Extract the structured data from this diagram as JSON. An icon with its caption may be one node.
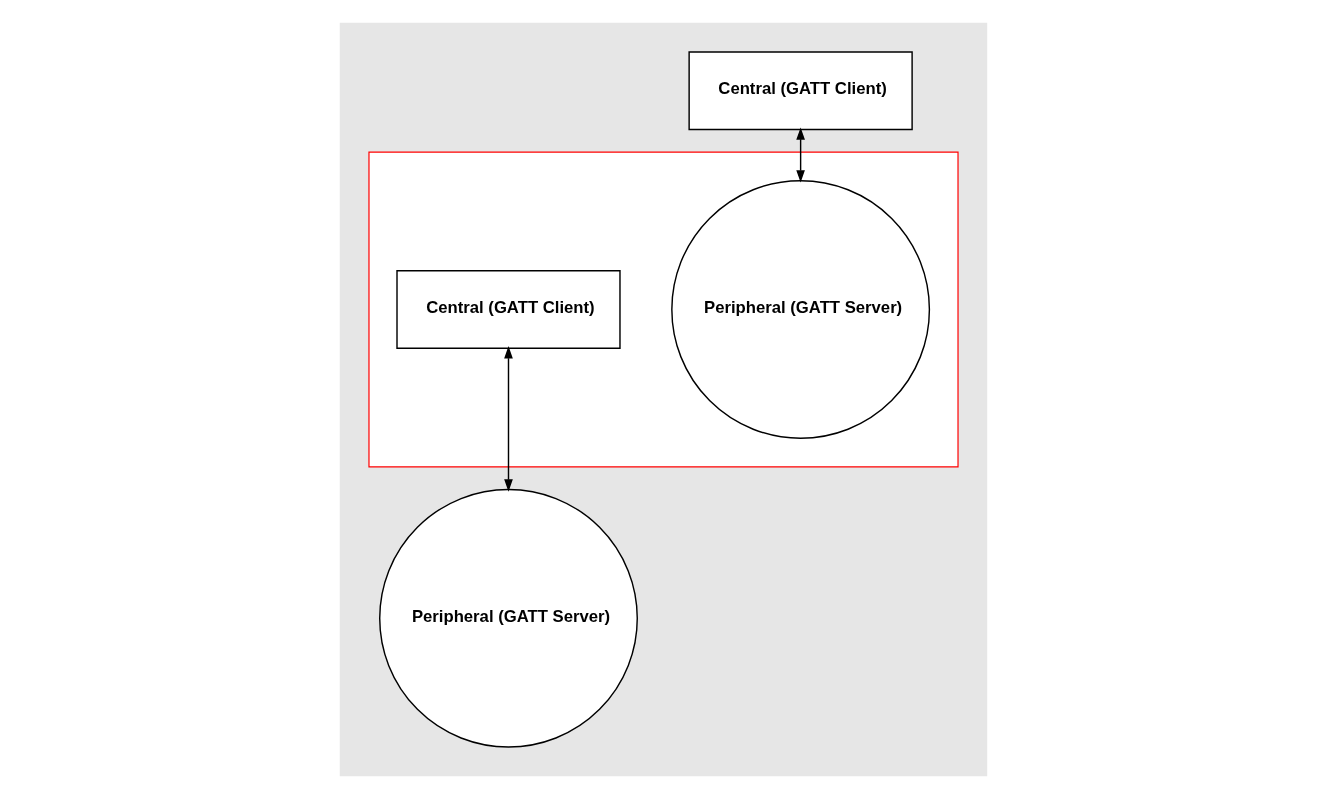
{
  "diagram": {
    "nodes": [
      {
        "text": [],
        "shape": "box"
      },
      {
        "text": [],
        "shape": "box",
        "in": 0
      },
      {
        "text": [
          "Central (GATT Client)"
        ],
        "in": 0
      },
      {
        "text": [
          "Peripheral (GATT Server)"
        ],
        "in": 1
      },
      {
        "text": [
          "Central (GATT Client)"
        ],
        "in": 1
      },
      {
        "text": [
          "Peripheral (GATT Server)"
        ],
        "in": 0
      }
    ],
    "edges": [
      {
        "from": 2,
        "to": 3,
        "arrow": "both"
      },
      {
        "from": 4,
        "to": 5,
        "arrow": "both"
      }
    ]
  }
}
